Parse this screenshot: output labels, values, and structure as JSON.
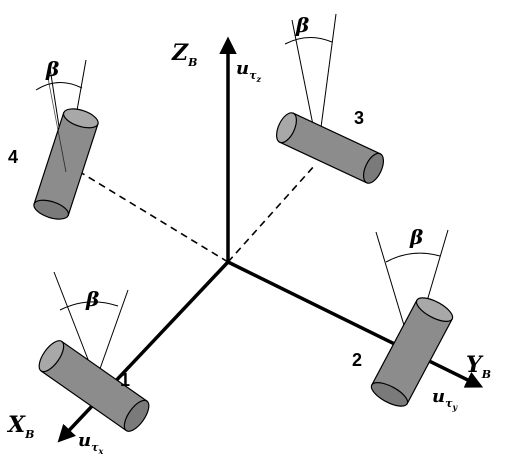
{
  "axes": {
    "z": {
      "label": "Z",
      "sub": "B"
    },
    "y": {
      "label": "Y",
      "sub": "B"
    },
    "x": {
      "label": "X",
      "sub": "B"
    }
  },
  "unit_vectors": {
    "z": {
      "base": "u",
      "sub": "τ",
      "subsub": "z"
    },
    "y": {
      "base": "u",
      "sub": "τ",
      "subsub": "y"
    },
    "x": {
      "base": "u",
      "sub": "τ",
      "subsub": "x"
    }
  },
  "wheels": [
    {
      "number": "1",
      "angle_label": "β"
    },
    {
      "number": "2",
      "angle_label": "β"
    },
    {
      "number": "3",
      "angle_label": "β"
    },
    {
      "number": "4",
      "angle_label": "β"
    }
  ],
  "colors": {
    "wheel_fill": "#8c8c8c",
    "wheel_face": "#a8a8a8",
    "stroke": "#000000"
  }
}
